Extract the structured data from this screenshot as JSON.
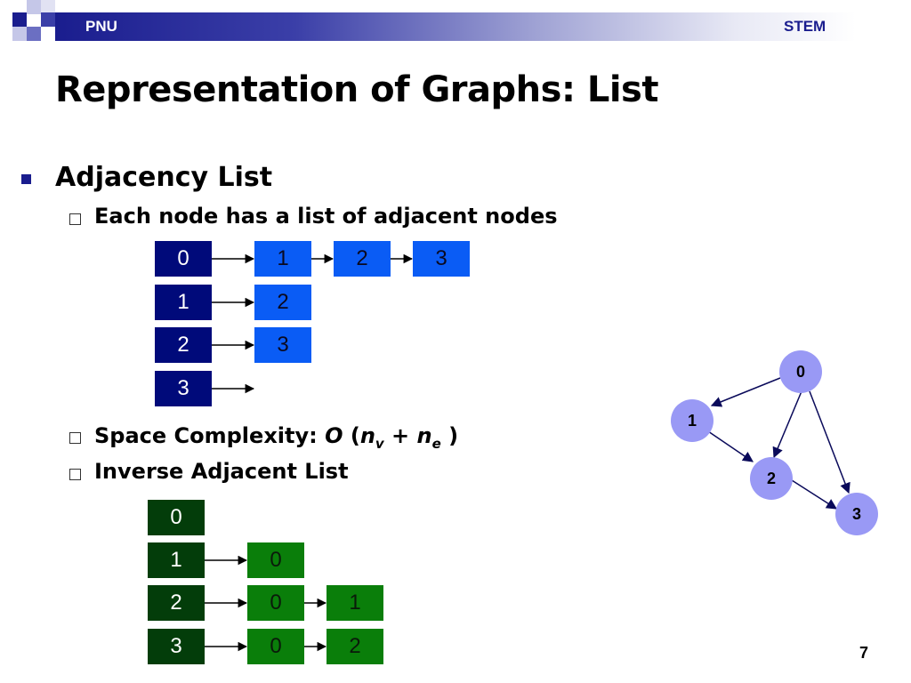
{
  "header": {
    "left_label": "PNU",
    "right_label": "STEM",
    "band_color": "#1a1d8e"
  },
  "title": "Representation of Graphs: List",
  "bullet": {
    "label": "Adjacency List",
    "sub_items": [
      "Each node has a list of adjacent nodes",
      {
        "prefix": "Space Complexity: ",
        "o": "O",
        "open": " (",
        "nv": "n",
        "nv_sub": "v",
        "plus": " + ",
        "ne": "n",
        "ne_sub": "e",
        "close": " )"
      },
      "Inverse Adjacent List"
    ]
  },
  "adjacency_list": {
    "heads": [
      "0",
      "1",
      "2",
      "3"
    ],
    "rows": [
      [
        "1",
        "2",
        "3"
      ],
      [
        "2"
      ],
      [
        "3"
      ],
      []
    ],
    "head_color": "#000a7a",
    "node_color": "#0a5cf5"
  },
  "inverse_adjacency_list": {
    "heads": [
      "0",
      "1",
      "2",
      "3"
    ],
    "rows": [
      [],
      [
        "0"
      ],
      [
        "0",
        "1"
      ],
      [
        "0",
        "2"
      ]
    ],
    "head_color": "#033d0a",
    "node_color": "#0a7e0a"
  },
  "graph": {
    "nodes": [
      "0",
      "1",
      "2",
      "3"
    ],
    "edges": [
      [
        "0",
        "1"
      ],
      [
        "0",
        "2"
      ],
      [
        "0",
        "3"
      ],
      [
        "1",
        "2"
      ],
      [
        "2",
        "3"
      ]
    ],
    "node_color": "#9999f5"
  },
  "page_number": "7"
}
